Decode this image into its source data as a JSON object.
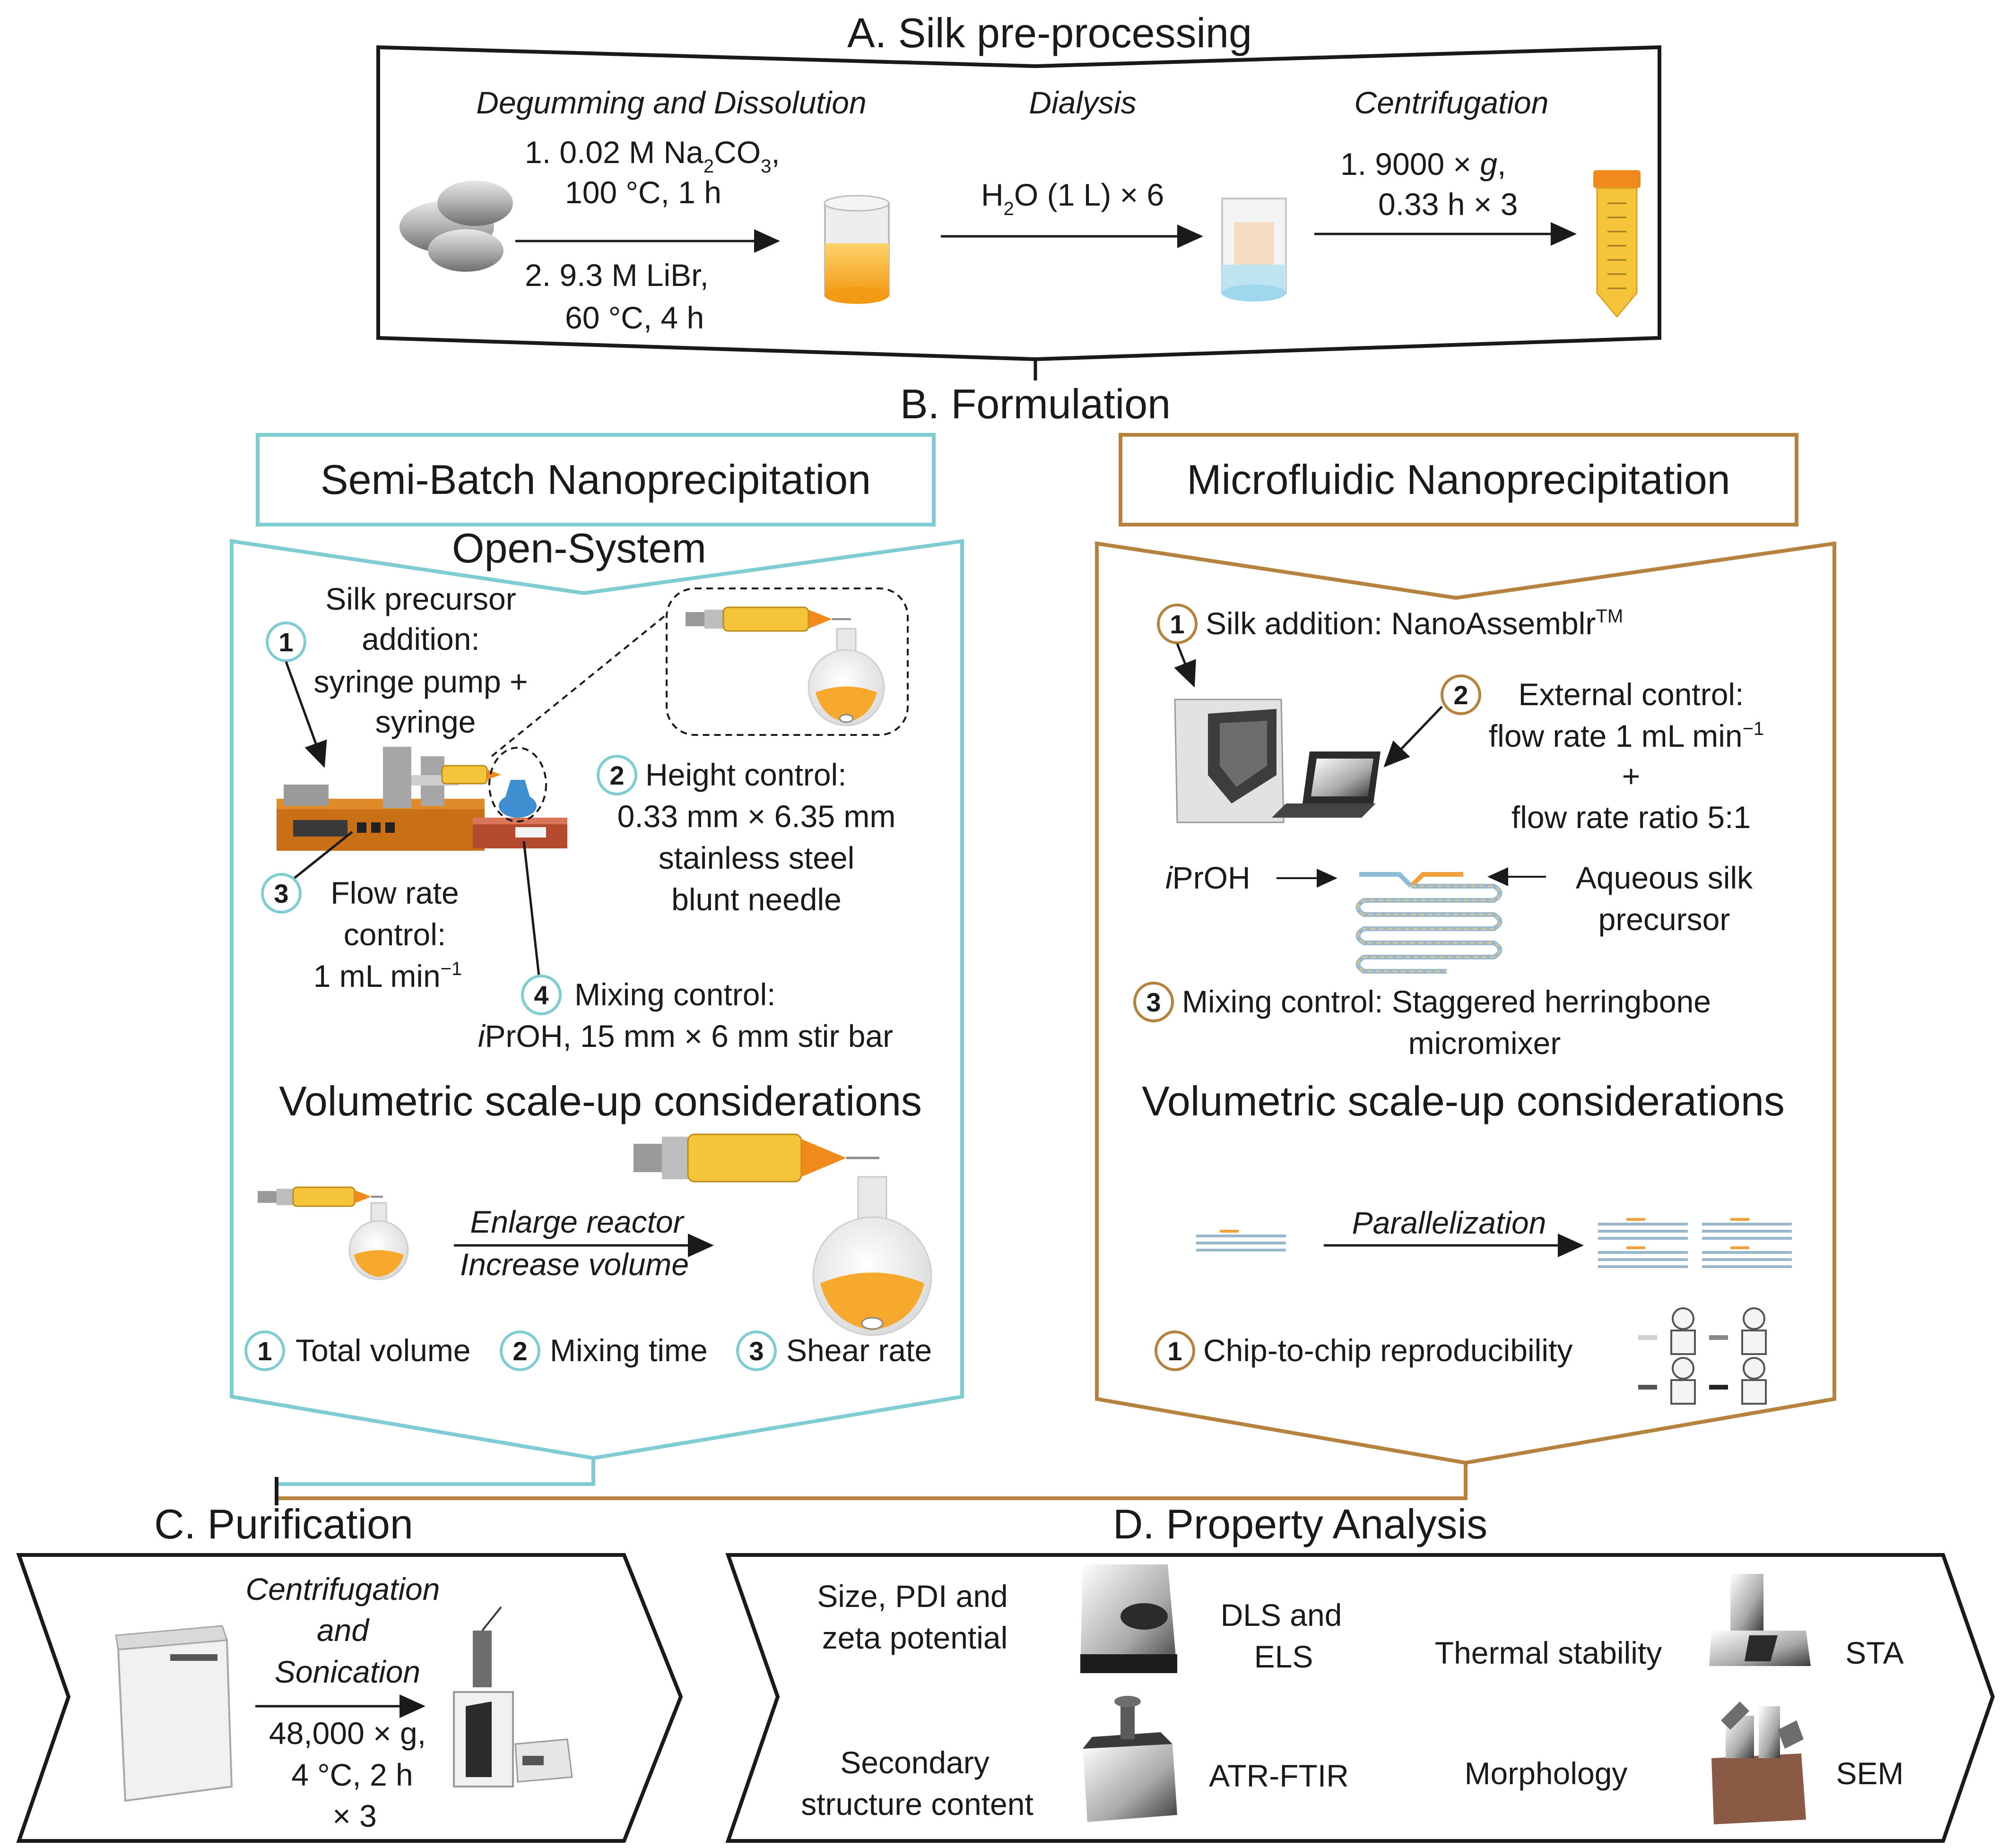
{
  "sectionA": {
    "title": "A. Silk pre-processing",
    "step1_label": "Degumming and Dissolution",
    "step1_line1_a": "1. 0.02 M Na",
    "step1_line1_sub1": "2",
    "step1_line1_b": "CO",
    "step1_line1_sub2": "3",
    "step1_line1_c": ",",
    "step1_line2": "100 °C, 1 h",
    "step1_line3": "2. 9.3 M LiBr,",
    "step1_line4": "60 °C, 4 h",
    "step2_label": "Dialysis",
    "step2_a": "H",
    "step2_sub": "2",
    "step2_b": "O (1 L) × 6",
    "step3_label": "Centrifugation",
    "step3_line1_a": "1. 9000 × ",
    "step3_line1_g": "g",
    "step3_line1_b": ",",
    "step3_line2": "0.33 h × 3"
  },
  "sectionB": {
    "title": "B. Formulation",
    "semibatch": {
      "header": "Semi-Batch Nanoprecipitation",
      "subheader": "Open-System",
      "item1_num": "1",
      "item1_l1": "Silk precursor",
      "item1_l2": "addition:",
      "item1_l3": "syringe pump +",
      "item1_l4": "syringe",
      "item2_num": "2",
      "item2_l1": "Height control:",
      "item2_l2": "0.33 mm × 6.35 mm",
      "item2_l3": "stainless steel",
      "item2_l4": "blunt needle",
      "item3_num": "3",
      "item3_l1": "Flow rate",
      "item3_l2": "control:",
      "item3_l3": "1 mL min",
      "item3_sup": "−1",
      "item4_num": "4",
      "item4_l1": "Mixing control:",
      "item4_l2_i": "i",
      "item4_l2": "PrOH, 15 mm × 6 mm stir bar",
      "scale_title": "Volumetric scale-up considerations",
      "scale_arrow_top": "Enlarge reactor",
      "scale_arrow_bottom": "Increase volume",
      "c1_num": "1",
      "c1": "Total volume",
      "c2_num": "2",
      "c2": "Mixing time",
      "c3_num": "3",
      "c3": "Shear rate"
    },
    "microfluidic": {
      "header": "Microfluidic Nanoprecipitation",
      "item1_num": "1",
      "item1": "Silk addition: NanoAssemblr",
      "item1_tm": "TM",
      "item2_num": "2",
      "item2_l1": "External control:",
      "item2_l2": "flow rate 1 mL min",
      "item2_sup": "−1",
      "item2_l3": "+",
      "item2_l4": "flow rate ratio 5:1",
      "input_left_i": "i",
      "input_left": "PrOH",
      "input_right_l1": "Aqueous silk",
      "input_right_l2": "precursor",
      "item3_num": "3",
      "item3_l1": "Mixing control: Staggered herringbone",
      "item3_l2": "micromixer",
      "scale_title": "Volumetric scale-up considerations",
      "scale_arrow": "Parallelization",
      "c1_num": "1",
      "c1": "Chip-to-chip reproducibility"
    }
  },
  "sectionC": {
    "title": "C. Purification",
    "label_l1": "Centrifugation",
    "label_l2": "and",
    "label_l3": "Sonication",
    "cond_l1": "48,000 × g,",
    "cond_l2": "4 °C, 2 h",
    "cond_l3": "× 3"
  },
  "sectionD": {
    "title": "D. Property Analysis",
    "p1_l1": "Size, PDI and",
    "p1_l2": "zeta potential",
    "m1_l1": "DLS and",
    "m1_l2": "ELS",
    "p2": "Thermal stability",
    "m2": "STA",
    "p3_l1": "Secondary",
    "p3_l2": "structure content",
    "m3": "ATR-FTIR",
    "p4": "Morphology",
    "m4": "SEM"
  },
  "colors": {
    "semibatch": "#7fcdd3",
    "microfluidic": "#b5833d",
    "silk_orange": "#f5a623",
    "yellow": "#f6c43a",
    "frame": "#1a1a1a"
  }
}
